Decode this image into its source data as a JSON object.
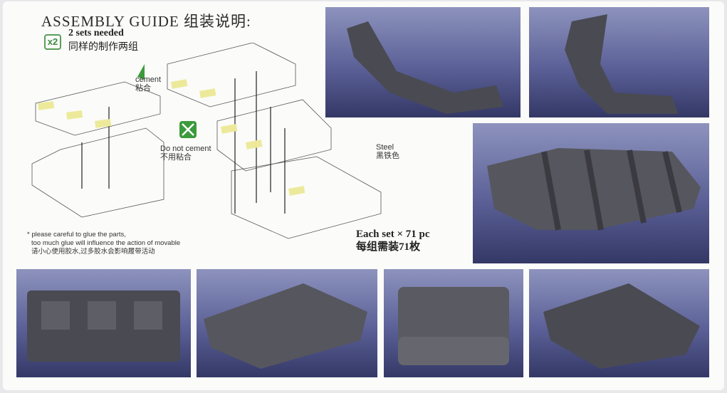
{
  "header": {
    "title": "ASSEMBLY GUIDE  组装说明:",
    "badge": "x2",
    "sets_en": "2 sets needed",
    "sets_cn": "同样的制作两组"
  },
  "labels": {
    "cement_en": "cement",
    "cement_cn": "粘合",
    "no_cement_en": "Do not cement",
    "no_cement_cn": "不用粘合",
    "steel_en": "Steel",
    "steel_cn": "黑铁色"
  },
  "note": {
    "line1": "* please careful to glue the parts,",
    "line2": "too much glue will influence the action of movable",
    "line3": "请小心使用胶水,过多胶水会影响履带活动"
  },
  "count": {
    "en": "Each set  × 71 pc",
    "cn": "每组需装71枚"
  },
  "colors": {
    "panel_top": "#8d93bd",
    "panel_bottom": "#343866",
    "badge": "#5a9e5a",
    "pin": "#ecea9a"
  }
}
